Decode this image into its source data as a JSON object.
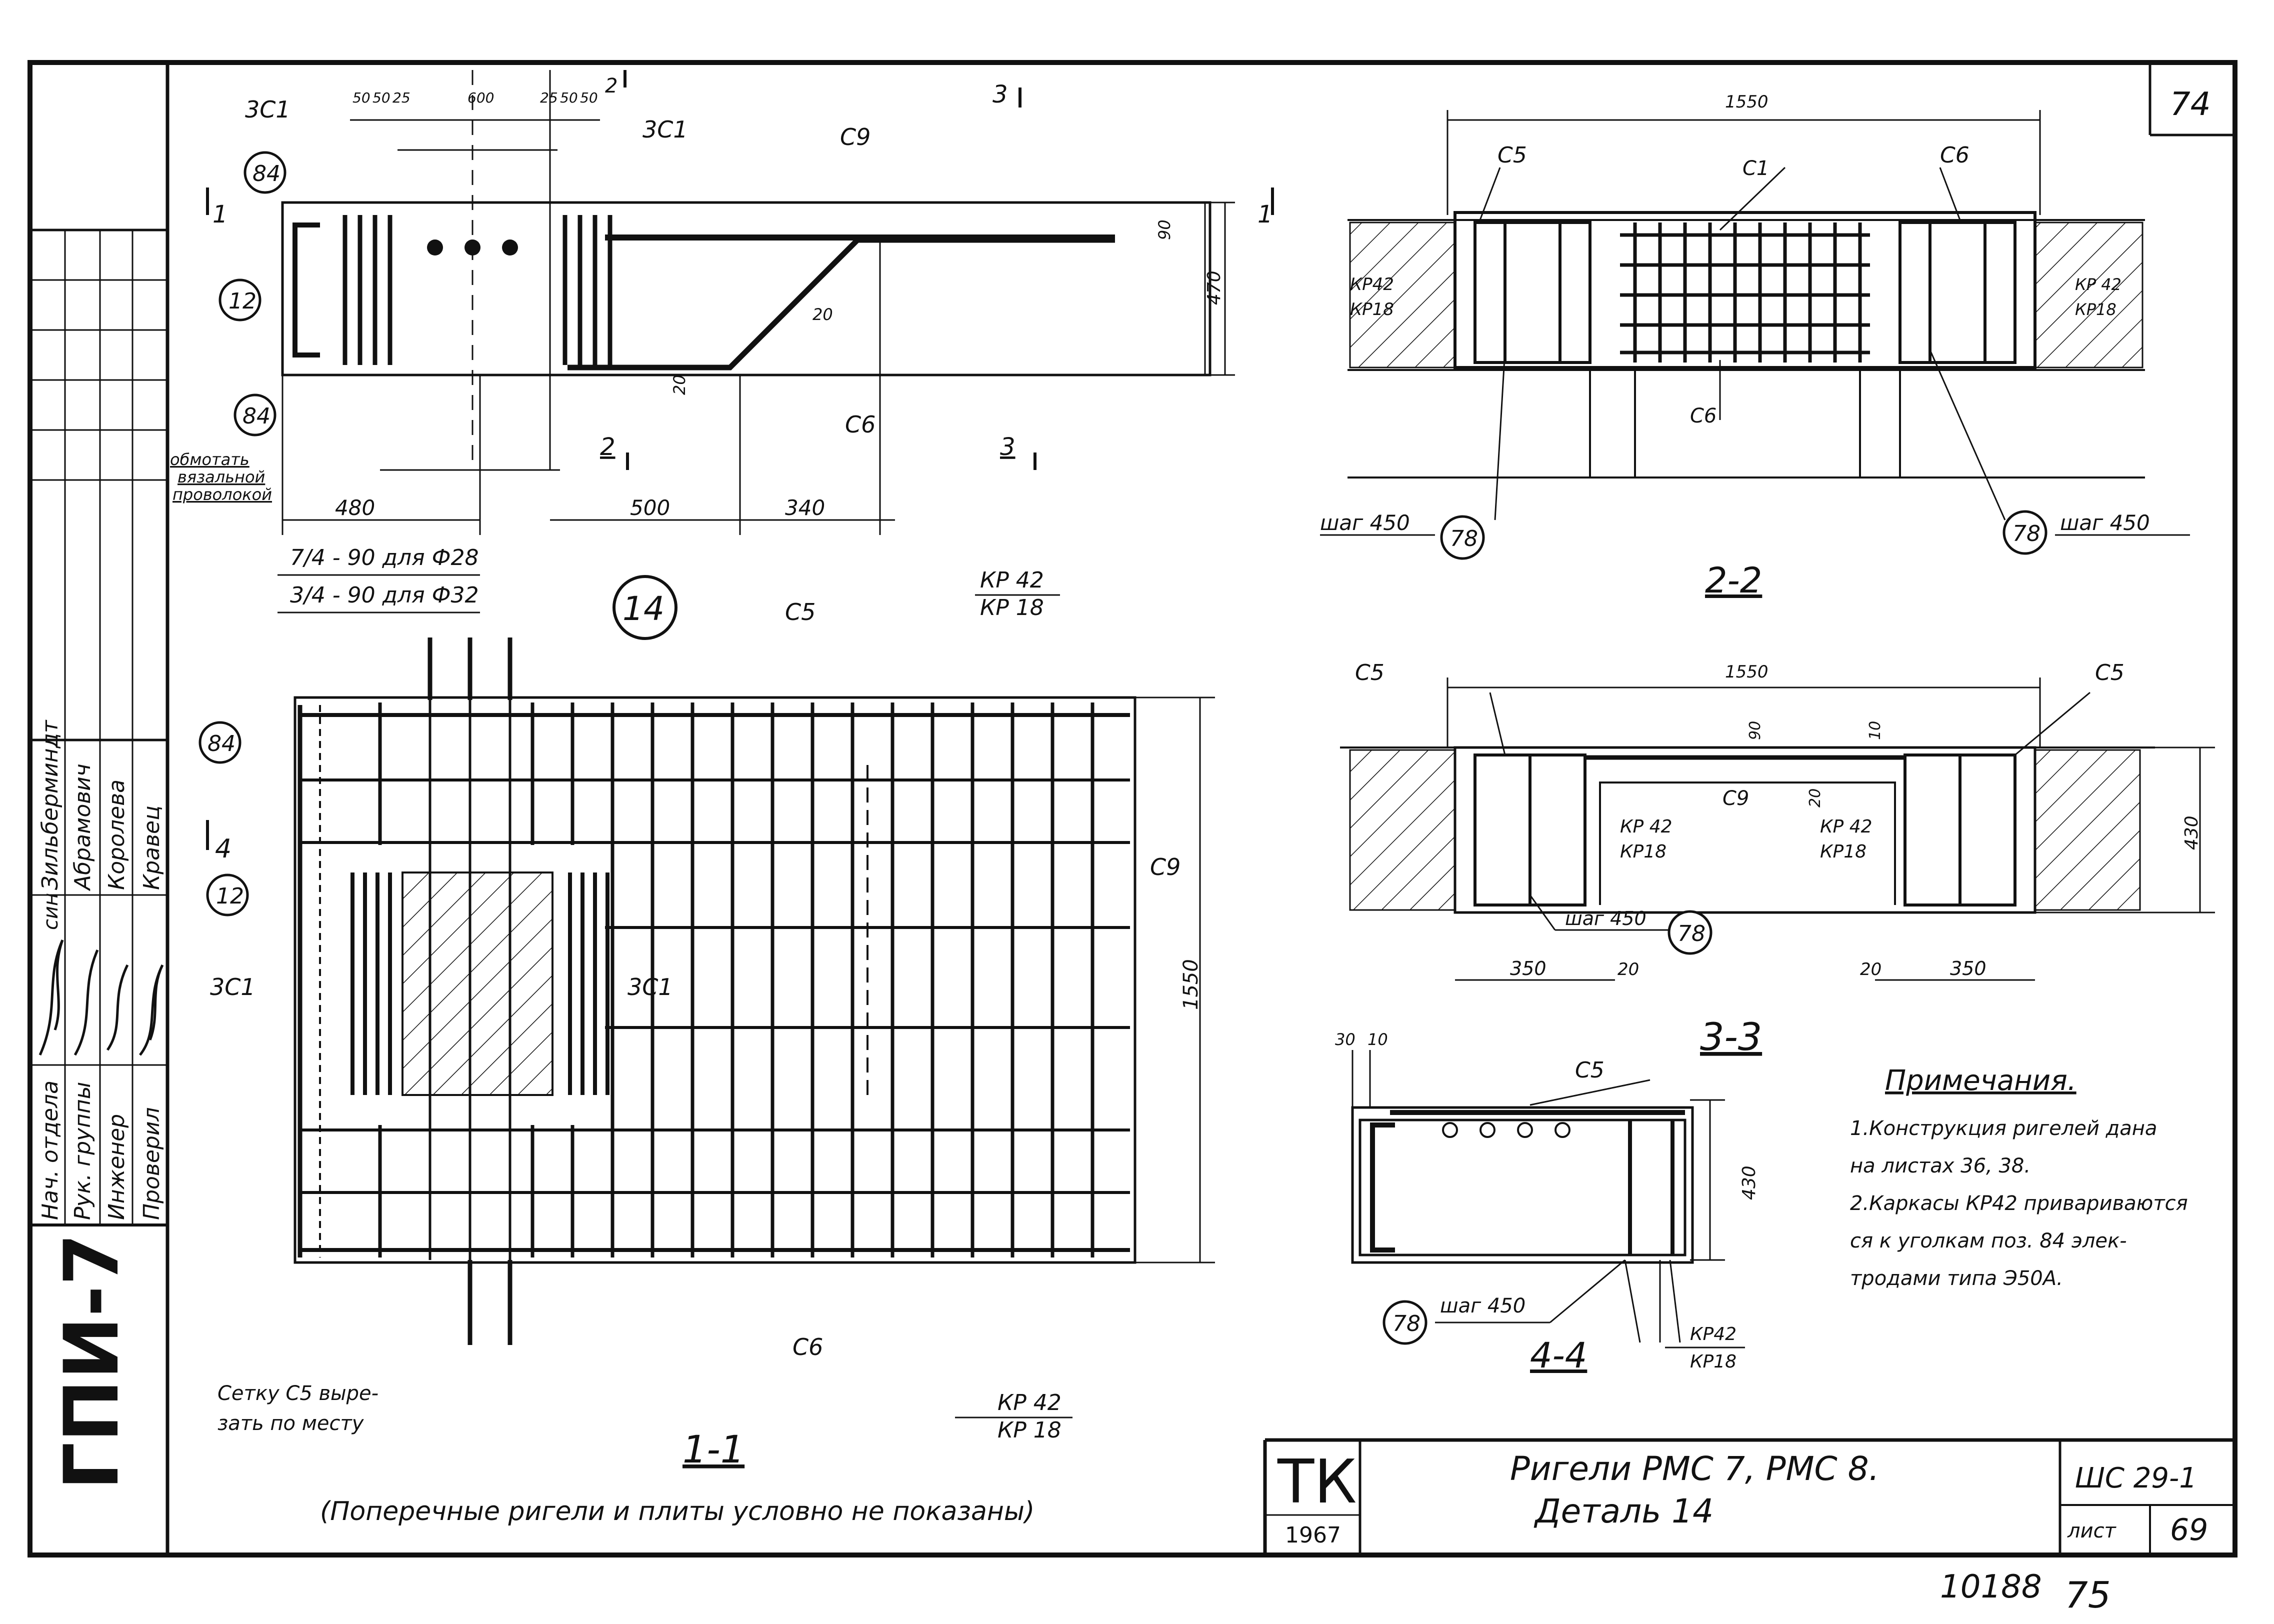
{
  "sheet": {
    "sheet_no_top": "74",
    "side_stamp": "ГПИ-7",
    "bottom_archive": "10188",
    "bottom_page": "75"
  },
  "staff": {
    "roles": [
      "Нач. отдела",
      "Рук. группы",
      "Инженер",
      "Проверил"
    ],
    "names": [
      "Зильберминдт",
      "Абрамович",
      "Королева",
      "Кравец"
    ],
    "sign_header": "син"
  },
  "title_block": {
    "org": "ТК",
    "year": "1967",
    "title_line1": "Ригели РМС 7, РМС 8.",
    "title_line2": "Деталь 14",
    "series": "ШС 29-1",
    "sheet_label": "лист",
    "sheet_no": "69"
  },
  "notes": {
    "heading": "Примечания.",
    "lines": [
      "1.Конструкция ригелей дана",
      "на листах 36, 38.",
      "2.Каркасы КР42 привариваются",
      "ся к уголкам поз. 84 элек-",
      "тродами типа Э50А."
    ]
  },
  "detail_badge": "14",
  "elevation": {
    "labels": {
      "c1_left": "3С1",
      "c1_right": "3С1",
      "c9": "С9",
      "c6": "С6",
      "p84_top": "84",
      "p12": "12",
      "p84_bot": "84",
      "wire_note": [
        "обмотать",
        "вязальной",
        "проволокой"
      ],
      "cut1": "1",
      "cut2": "2",
      "cut3": "3"
    },
    "dims": {
      "d50a": "50",
      "d50b": "50",
      "d25": "25",
      "d600": "600",
      "d25b": "25",
      "d50c": "50",
      "d50d": "50",
      "d480": "480",
      "d500": "500",
      "d340": "340",
      "d470": "470",
      "d90": "90",
      "d20a": "20",
      "d20b": "20"
    }
  },
  "plan_1_1": {
    "title": "1-1",
    "subtitle": "(Поперечные ригели и плиты условно не показаны)",
    "anchor_note_1": "7/4 - 90 для Ф28",
    "anchor_note_2": "3/4 - 90 для Ф32",
    "labels": {
      "c5_top": "С5",
      "kp42": "КР 42",
      "kp18": "КР 18",
      "c9": "С9",
      "c1_left": "3С1",
      "c1_mid": "3С1",
      "p84": "84",
      "p12": "12",
      "c6": "С6",
      "kp42_b": "КР 42",
      "kp18_b": "КР 18",
      "c5_cut_1": "Сетку С5 выре-",
      "c5_cut_2": "зать по месту",
      "cut4": "4"
    },
    "dims": {
      "d1550": "1550"
    }
  },
  "section_2_2": {
    "title": "2-2",
    "labels": {
      "c5": "С5",
      "c1": "С1",
      "c6_r": "С6",
      "c6_b": "С6",
      "kp42_l": "КР42",
      "kp18_l": "КР18",
      "kp42_r": "КР 42",
      "kp18_r": "КР18",
      "step_l": "шаг 450",
      "step_r": "шаг 450",
      "p78_l": "78",
      "p78_r": "78"
    },
    "dims": {
      "d1550": "1550"
    }
  },
  "section_3_3": {
    "title": "3-3",
    "labels": {
      "c5_l": "С5",
      "c5_r": "С5",
      "c9": "С9",
      "kp42_l": "КР 42",
      "kp18_l": "КР18",
      "kp42_r": "КР 42",
      "kp18_r": "КР18",
      "step": "шаг 450",
      "p78": "78"
    },
    "dims": {
      "d1550": "1550",
      "d350_l": "350",
      "d20_l": "20",
      "d20_r": "20",
      "d350_r": "350",
      "d430": "430",
      "d90": "90",
      "d10": "10",
      "d20s": "20"
    }
  },
  "section_4_4": {
    "title": "4-4",
    "labels": {
      "c5": "С5",
      "step": "шаг 450",
      "p78": "78",
      "kp42": "КР42",
      "kp18": "КР18"
    },
    "dims": {
      "d30": "30",
      "d10": "10",
      "d430": "430"
    }
  }
}
